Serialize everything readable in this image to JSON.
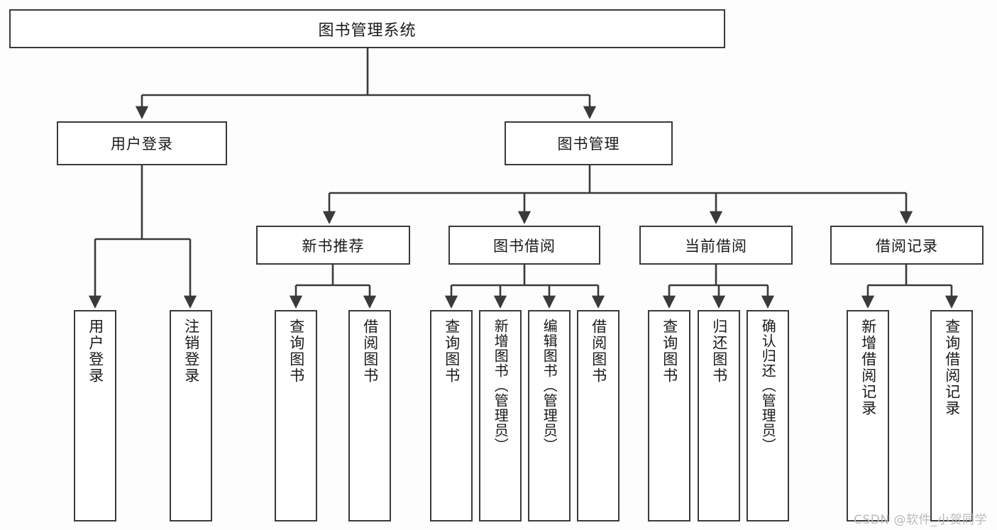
{
  "diagram": {
    "title": "图书管理系统",
    "orientation": "top-down-tree",
    "watermark": "CSDN @软件_小贺同学",
    "colors": {
      "background": "#fdfdfd",
      "node_fill": "#ffffff",
      "stroke": "#3a3a3a",
      "text": "#1a1a1a",
      "watermark": "#b9b9b9"
    }
  },
  "root": {
    "label": "图书管理系统"
  },
  "level2": [
    {
      "label": "用户登录"
    },
    {
      "label": "图书管理"
    }
  ],
  "level3": [
    {
      "label": "新书推荐"
    },
    {
      "label": "图书借阅"
    },
    {
      "label": "当前借阅"
    },
    {
      "label": "借阅记录"
    }
  ],
  "leaves": {
    "user_login": [
      {
        "label": "用户登录"
      },
      {
        "label": "注销登录"
      }
    ],
    "new_book_recommend": [
      {
        "label": "查询图书"
      },
      {
        "label": "借阅图书"
      }
    ],
    "book_borrow": [
      {
        "label": "查询图书"
      },
      {
        "label": "新增图书（管理员）"
      },
      {
        "label": "编辑图书（管理员）"
      },
      {
        "label": "借阅图书"
      }
    ],
    "current_borrow": [
      {
        "label": "查询图书"
      },
      {
        "label": "归还图书"
      },
      {
        "label": "确认归还（管理员）"
      }
    ],
    "borrow_record": [
      {
        "label": "新增借阅记录"
      },
      {
        "label": "查询借阅记录"
      }
    ]
  }
}
